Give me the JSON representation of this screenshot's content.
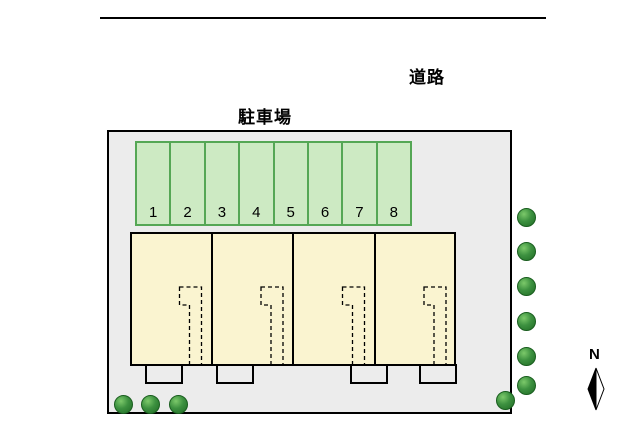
{
  "labels": {
    "road": "道路",
    "parking_lot": "駐車場"
  },
  "parking": {
    "stalls": [
      "1",
      "2",
      "3",
      "4",
      "5",
      "6",
      "7",
      "8"
    ]
  },
  "building": {
    "units": 4
  },
  "compass": {
    "north": "N"
  },
  "colors": {
    "stall_fill": "#cdeac3",
    "stall_border": "#55a755",
    "building_fill": "#faf4d0",
    "site_fill": "#ececec",
    "outline": "#000000",
    "tree_green": "#2e8b30"
  }
}
